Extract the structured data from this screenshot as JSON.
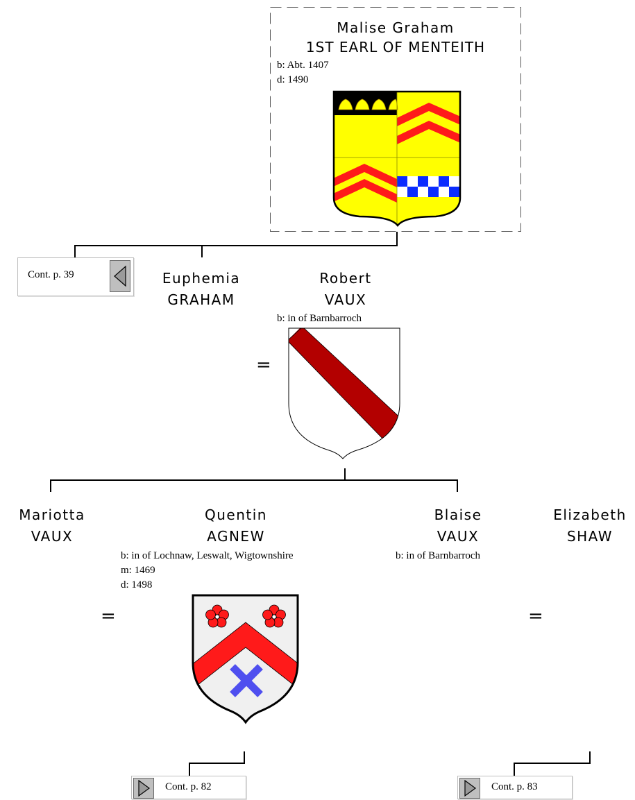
{
  "root": {
    "first": "Malise Graham",
    "title": "1ST EARL OF MENTEITH",
    "born": "b: Abt. 1407",
    "died": "d: 1490"
  },
  "cont_top": {
    "label": "Cont. p. 39"
  },
  "euphemia": {
    "first": "Euphemia",
    "last": "GRAHAM"
  },
  "robert": {
    "first": "Robert",
    "last": "VAUX",
    "born": "b: in of Barnbarroch"
  },
  "mariotta": {
    "first": "Mariotta",
    "last": "VAUX"
  },
  "quentin": {
    "first": "Quentin",
    "last": "AGNEW",
    "born": "b: in of Lochnaw, Leswalt, Wigtownshire",
    "married": "m: 1469",
    "died": "d: 1498"
  },
  "blaise": {
    "first": "Blaise",
    "last": "VAUX",
    "born": "b: in of Barnbarroch"
  },
  "elizabeth": {
    "first": "Elizabeth",
    "last": "SHAW"
  },
  "marriage_symbol": "=",
  "cont_left": {
    "label": "Cont. p. 82"
  },
  "cont_right": {
    "label": "Cont. p. 83"
  },
  "colors": {
    "gold": "#ffff00",
    "red": "#ff1a1a",
    "dark_red": "#b30000",
    "blue": "#0b2cff",
    "agnew_saltire": "#4f4fef",
    "shield_outline": "#000000"
  }
}
